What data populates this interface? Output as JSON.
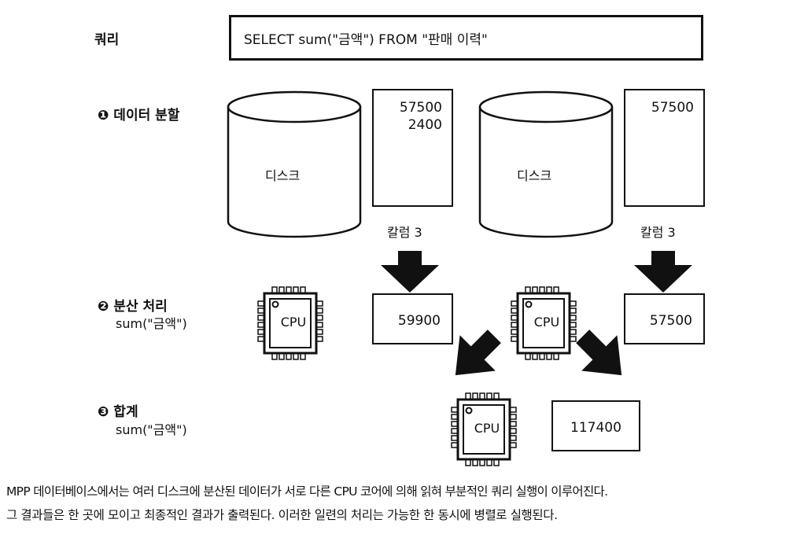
{
  "query": {
    "label": "쿼리",
    "sql": "SELECT sum(\"금액\") FROM \"판매 이력\""
  },
  "step1": {
    "label": "❶ 데이터 분할"
  },
  "step2": {
    "label": "❷ 분산 처리",
    "func": "sum(\"금액\")"
  },
  "step3": {
    "label": "❸ 합계",
    "func": "sum(\"금액\")"
  },
  "disk_label": "디스크",
  "column_label": "칼럼 3",
  "col1_values": [
    "57500",
    "2400"
  ],
  "col2_values": [
    "57500"
  ],
  "cpu_label": "CPU",
  "partial1": "59900",
  "partial2": "57500",
  "total": "117400",
  "caption": {
    "line1": "MPP 데이터베이스에서는 여러 디스크에 분산된 데이터가 서로 다른 CPU 코어에 의해 읽혀 부분적인 쿼리 실행이 이루어진다.",
    "line2": "그 결과들은 한 곳에 모이고 최종적인 결과가 출력된다. 이러한 일련의 처리는 가능한 한 동시에 병렬로 실행된다."
  }
}
